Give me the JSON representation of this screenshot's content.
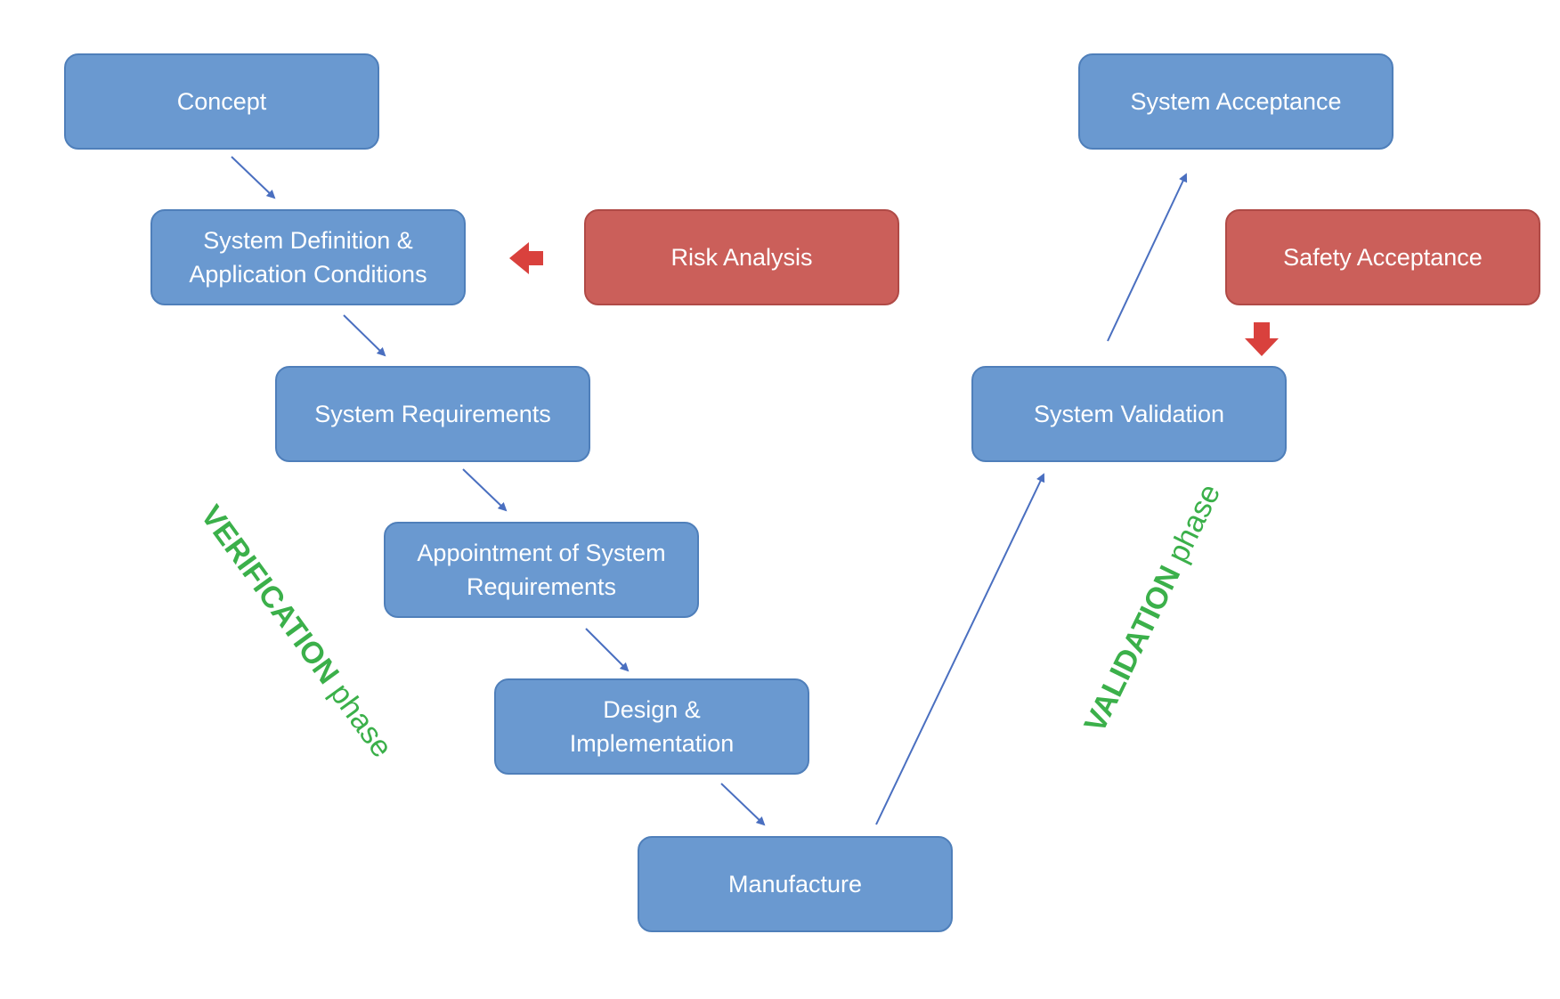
{
  "nodes": {
    "concept": {
      "label": "Concept"
    },
    "system_definition": {
      "label_line1": "System Definition &",
      "label_line2": "Application Conditions"
    },
    "risk_analysis": {
      "label": "Risk Analysis"
    },
    "system_requirements": {
      "label": "System Requirements"
    },
    "appointment": {
      "label_line1": "Appointment of System",
      "label_line2": "Requirements"
    },
    "design": {
      "label_line1": "Design &",
      "label_line2": "Implementation"
    },
    "manufacture": {
      "label": "Manufacture"
    },
    "system_validation": {
      "label": "System Validation"
    },
    "system_acceptance": {
      "label": "System Acceptance"
    },
    "safety_acceptance": {
      "label": "Safety Acceptance"
    }
  },
  "phases": {
    "verification": {
      "strong": "VERIFICATION",
      "rest": " phase"
    },
    "validation": {
      "strong": "VALIDATION",
      "rest": " phase"
    }
  },
  "colors": {
    "box_blue": "#6a99d0",
    "box_red": "#cb5f5a",
    "arrow_blue": "#4a6fc0",
    "arrow_red": "#d9413d",
    "phase_green": "#3bb04a"
  }
}
